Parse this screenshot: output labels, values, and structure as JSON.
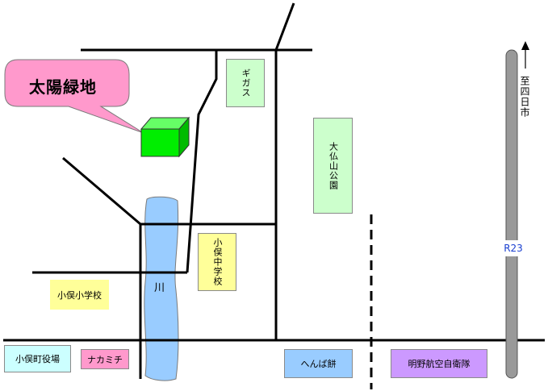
{
  "callout": {
    "title": "太陽緑地"
  },
  "river": {
    "label": "川"
  },
  "route": {
    "label": "R23",
    "direction_label": "至四日市"
  },
  "places": {
    "gigas": "ギガス",
    "daibutsu_park": "大仏山公園",
    "omata_junior_high": "小俣中学校",
    "omata_elementary": "小俣小学校",
    "town_office": "小俣町役場",
    "nakamichi": "ナカミチ",
    "henba_mochi": "へんば餅",
    "akeno_sdf": "明野航空自衛隊"
  },
  "colors": {
    "callout_fill": "#ff99cc",
    "building_green": "#00ee00",
    "river_blue": "#99ccff",
    "road": "#000000",
    "route_gray": "#999999",
    "label_green": "#ccffcc",
    "label_yellow": "#ffff99",
    "label_cyan": "#ccffff",
    "label_pink": "#ff99cc",
    "label_blue": "#99ccff",
    "label_purple": "#cc99ff",
    "route_text": "#1a3fd0"
  },
  "icons": {
    "building": "green-cube-icon",
    "arrow": "north-arrow-icon"
  }
}
